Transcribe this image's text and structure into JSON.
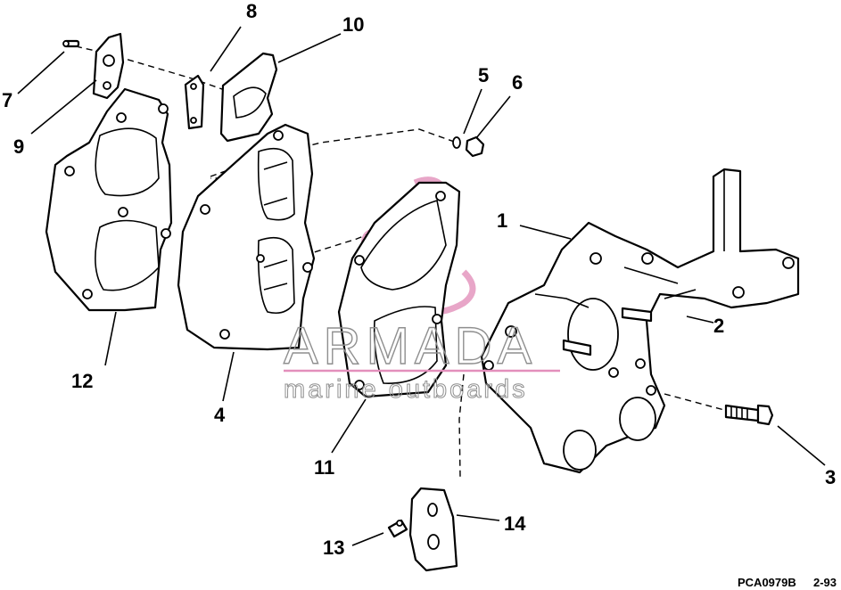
{
  "callouts": [
    {
      "id": "1",
      "label": "1"
    },
    {
      "id": "2",
      "label": "2"
    },
    {
      "id": "3",
      "label": "3"
    },
    {
      "id": "4",
      "label": "4"
    },
    {
      "id": "5",
      "label": "5"
    },
    {
      "id": "6",
      "label": "6"
    },
    {
      "id": "7",
      "label": "7"
    },
    {
      "id": "8",
      "label": "8"
    },
    {
      "id": "9",
      "label": "9"
    },
    {
      "id": "10",
      "label": "10"
    },
    {
      "id": "11",
      "label": "11"
    },
    {
      "id": "12",
      "label": "12"
    },
    {
      "id": "13",
      "label": "13"
    },
    {
      "id": "14",
      "label": "14"
    }
  ],
  "watermark": {
    "brand": "ARMADA",
    "tagline": "marine outboards",
    "logo_color": "#e8a6c8",
    "line_color": "#e38fbc",
    "text_color": "#8f8f8f"
  },
  "footer": {
    "figure_code": "PCA0979B",
    "revision": "2-93"
  }
}
